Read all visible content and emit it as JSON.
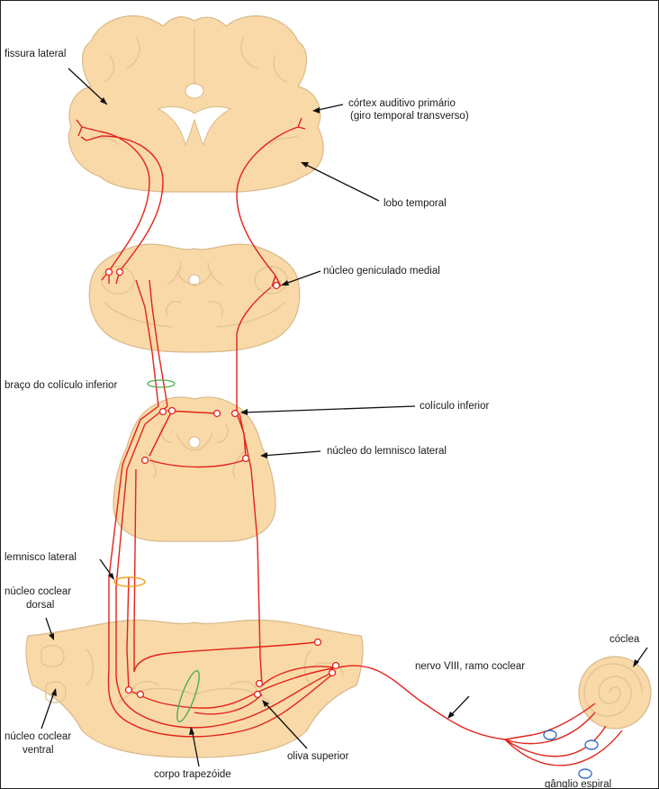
{
  "labels": {
    "fissura_lateral": "fissura lateral",
    "cortex_auditivo_1": "córtex auditivo primário",
    "cortex_auditivo_2": "(giro temporal transverso)",
    "lobo_temporal": "lobo temporal",
    "nucleo_geniculado_medial": "núcleo geniculado medial",
    "braco_coliculo_inferior": "braço do colículo inferior",
    "coliculo_inferior": "colículo inferior",
    "nucleo_lemnisco_lateral": "núcleo do lemnisco lateral",
    "lemnisco_lateral": "lemnisco lateral",
    "nucleo_coclear_dorsal_1": "núcleo coclear",
    "nucleo_coclear_dorsal_2": "dorsal",
    "nucleo_coclear_ventral_1": "núcleo coclear",
    "nucleo_coclear_ventral_2": "ventral",
    "corpo_trapezoide": "corpo trapezóide",
    "oliva_superior": "oliva superior",
    "nervo_viii": "nervo VIII,  ramo coclear",
    "coclea": "cóclea",
    "ganglio_espiral": "gânglio espiral"
  },
  "colors": {
    "tissue": "#f9d9a8",
    "pathway": "#e2231a",
    "ganglion": "#3a6fc4",
    "bundle_green": "#4caf50",
    "bundle_orange": "#f0a020"
  }
}
